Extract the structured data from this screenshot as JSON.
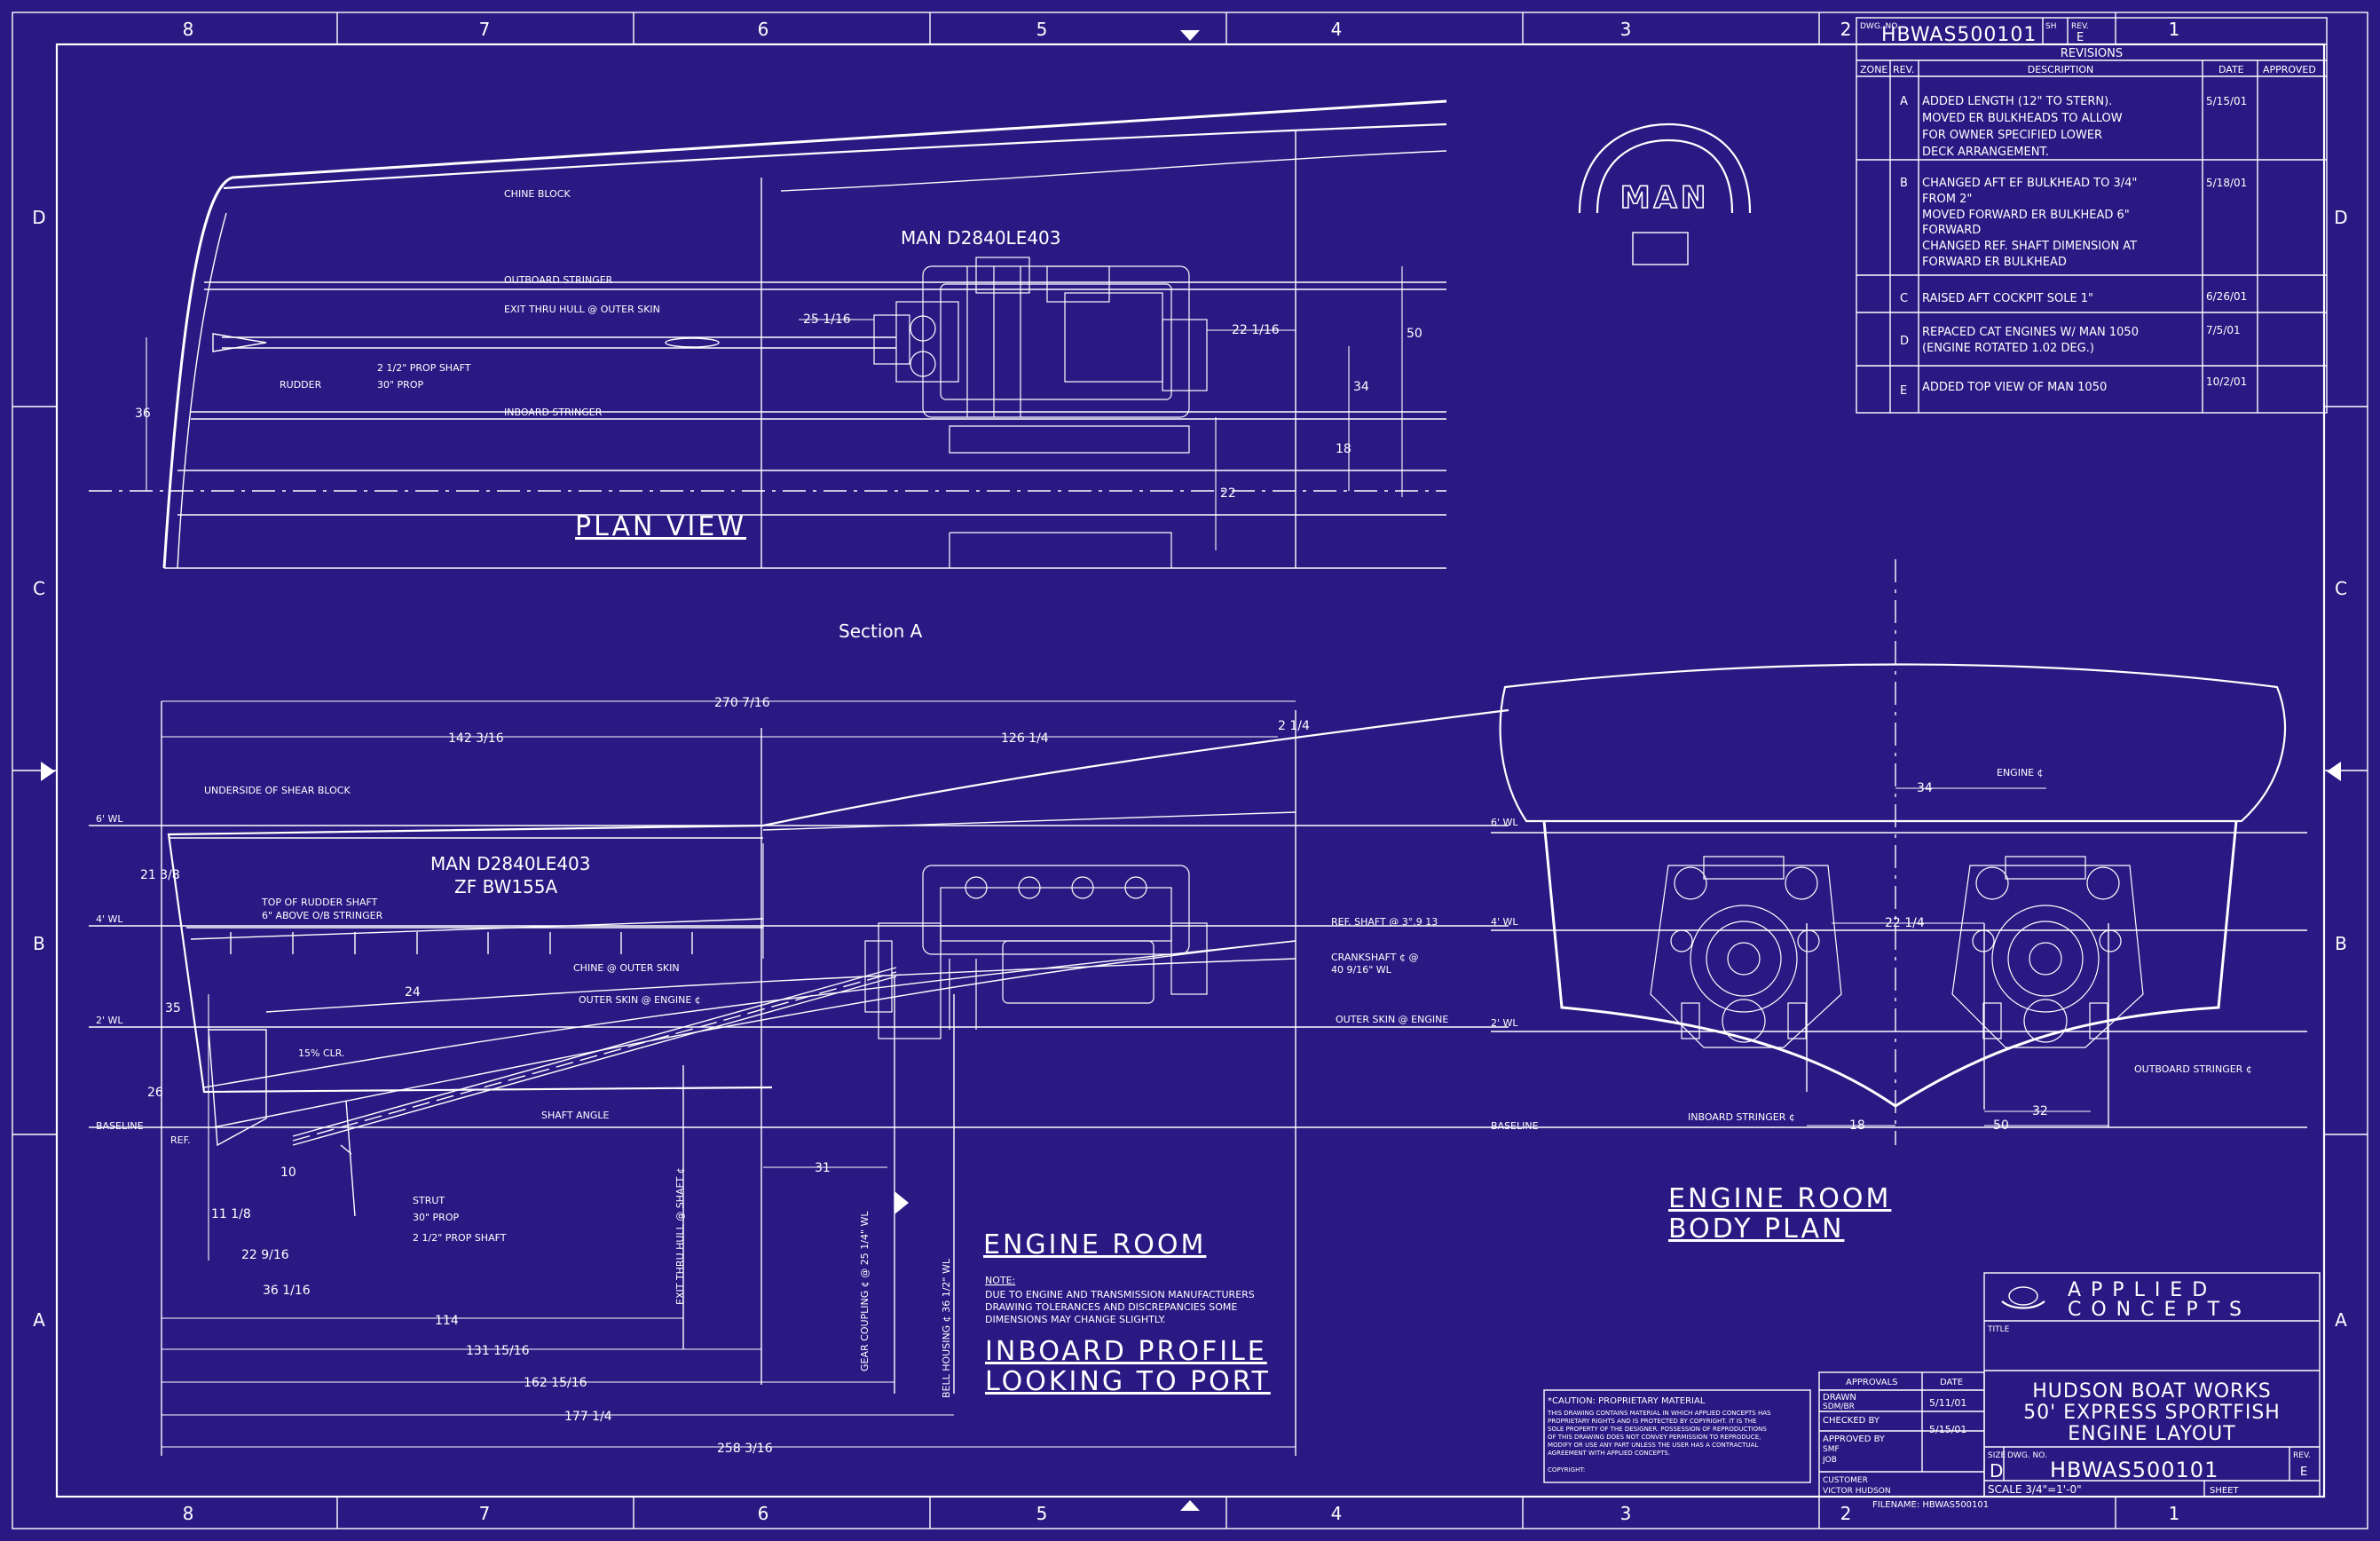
{
  "border": {
    "columns": [
      "8",
      "7",
      "6",
      "5",
      "4",
      "3",
      "2",
      "1"
    ],
    "rows": [
      "D",
      "C",
      "B",
      "A"
    ]
  },
  "logo": {
    "text": "MAN"
  },
  "views": {
    "plan_view": "PLAN VIEW",
    "section_a": "Section A",
    "engine_room": "ENGINE ROOM",
    "inboard_profile_1": "INBOARD PROFILE",
    "inboard_profile_2": "LOOKING TO PORT",
    "body_plan_1": "ENGINE ROOM",
    "body_plan_2": "BODY PLAN"
  },
  "plan_labels": {
    "chine_block": "CHINE BLOCK",
    "outboard_stringer": "OUTBOARD STRINGER",
    "inboard_stringer": "INBOARD STRINGER",
    "exit_thru_hull": "EXIT THRU HULL @ OUTER SKIN",
    "prop_shaft": "2 1/2\" PROP SHAFT",
    "prop": "30\" PROP",
    "rudder": "RUDDER",
    "engine": "MAN D2840LE403"
  },
  "plan_dims": {
    "d25": "25 1/16",
    "d22": "22 1/16",
    "d50": "50",
    "d36": "36",
    "d34": "34",
    "d18": "18",
    "d22b": "22"
  },
  "profile_labels": {
    "underside_shear": "UNDERSIDE OF SHEAR BLOCK",
    "engine_1": "MAN D2840LE403",
    "engine_2": "ZF BW155A",
    "top_rudder_1": "TOP OF RUDDER SHAFT",
    "top_rudder_2": "6\" ABOVE O/B STRINGER",
    "chine_outer": "CHINE @ OUTER SKIN",
    "outer_skin_eng": "OUTER SKIN @ ENGINE ¢",
    "ref_shaft": "REF. SHAFT @ 3°.9 13",
    "crankshaft_1": "CRANKSHAFT ¢ @",
    "crankshaft_2": "40 9/16\" WL",
    "outer_skin_engine": "OUTER SKIN @ ENGINE",
    "shaft_angle": "SHAFT ANGLE",
    "baseline": "BASELINE",
    "ref": "REF.",
    "clr": "15% CLR.",
    "strut": "STRUT",
    "prop30": "30\" PROP",
    "shaft25": "2 1/2\" PROP SHAFT",
    "exit_hull": "EXIT THRU HULL @ SHAFT ¢",
    "gear_coupling": "GEAR COUPLING ¢ @ 25 1/4\" WL",
    "bell_housing": "BELL HOUSING ¢ 36 1/2\" WL",
    "wl6": "6' WL",
    "wl4": "4' WL",
    "wl2": "2' WL"
  },
  "profile_dims": {
    "d270": "270 7/16",
    "d142": "142 3/16",
    "d126": "126 1/4",
    "d2": "2 1/4",
    "d24": "24",
    "d10": "10",
    "d11": "11 1/8",
    "d22": "22 9/16",
    "d36": "36 1/16",
    "d114": "114",
    "d131": "131 15/16",
    "d162": "162 15/16",
    "d177": "177 1/4",
    "d258": "258 3/16",
    "d31": "31",
    "d26": "26",
    "d35": "35",
    "d21": "21 3/8"
  },
  "note": {
    "head": "NOTE:",
    "l1": "DUE TO ENGINE AND TRANSMISSION MANUFACTURERS",
    "l2": "DRAWING TOLERANCES AND DISCREPANCIES SOME",
    "l3": "DIMENSIONS MAY CHANGE SLIGHTLY."
  },
  "body_plan": {
    "engine_cl": "ENGINE ¢",
    "d34": "34",
    "d22": "22 1/4",
    "d18": "18",
    "d50": "50",
    "d32": "32",
    "inboard_stringer": "INBOARD STRINGER ¢",
    "outboard_stringer": "OUTBOARD STRINGER ¢",
    "wl6": "6' WL",
    "wl4": "4' WL",
    "wl2": "2' WL",
    "baseline": "BASELINE"
  },
  "title_block": {
    "dwg_no_label": "DWG. NO.",
    "dwg_no": "HBWAS500101",
    "sh": "SH",
    "rev_label": "REV.",
    "rev": "E",
    "company_1": "A P P L I E D",
    "company_2": "C O N C E P T S",
    "title_label": "TITLE",
    "title_1": "HUDSON BOAT WORKS",
    "title_2": "50' EXPRESS SPORTFISH",
    "title_3": "ENGINE LAYOUT",
    "approvals": "APPROVALS",
    "date": "DATE",
    "drawn": "DRAWN",
    "drawn_by": "SDM/BR",
    "drawn_date": "5/11/01",
    "checked": "CHECKED BY",
    "checked_date": "5/15/01",
    "approved": "APPROVED BY",
    "approved_by": "SMF",
    "job": "JOB",
    "customer": "CUSTOMER",
    "customer_name": "VICTOR HUDSON",
    "size_label": "SIZE",
    "size": "D",
    "scale": "SCALE 3/4\"=1'-0\"",
    "sheet": "SHEET",
    "filename": "FILENAME: HBWAS500101",
    "caution_1": "*CAUTION: PROPRIETARY MATERIAL",
    "caution_2": "THIS DRAWING CONTAINS MATERIAL IN WHICH APPLIED CONCEPTS HAS",
    "caution_3": "PROPRIETARY RIGHTS AND IS PROTECTED BY COPYRIGHT. IT IS THE",
    "caution_4": "SOLE PROPERTY OF THE DESIGNER. POSSESSION OF REPRODUCTIONS",
    "caution_5": "OF THIS DRAWING DOES NOT CONVEY PERMISSION TO REPRODUCE,",
    "caution_6": "MODIFY OR USE ANY PART UNLESS THE USER HAS A CONTRACTUAL",
    "caution_7": "AGREEMENT WITH APPLIED CONCEPTS.",
    "copyright": "COPYRIGHT:"
  },
  "revisions": {
    "title": "REVISIONS",
    "headers": [
      "ZONE",
      "REV.",
      "DESCRIPTION",
      "DATE",
      "APPROVED"
    ],
    "rows": [
      {
        "rev": "A",
        "lines": [
          "ADDED LENGTH (12\" TO STERN).",
          "MOVED ER BULKHEADS TO ALLOW",
          "FOR OWNER SPECIFIED LOWER",
          "DECK ARRANGEMENT."
        ],
        "date": "5/15/01"
      },
      {
        "rev": "B",
        "lines": [
          "CHANGED AFT EF BULKHEAD TO 3/4\"",
          "FROM 2\"",
          "MOVED FORWARD ER BULKHEAD 6\"",
          "FORWARD",
          "CHANGED REF. SHAFT DIMENSION AT",
          "FORWARD ER BULKHEAD"
        ],
        "date": "5/18/01"
      },
      {
        "rev": "C",
        "lines": [
          "RAISED AFT COCKPIT SOLE 1\""
        ],
        "date": "6/26/01"
      },
      {
        "rev": "D",
        "lines": [
          "REPACED CAT ENGINES W/ MAN 1050",
          "(ENGINE ROTATED 1.02 DEG.)"
        ],
        "date": "7/5/01"
      },
      {
        "rev": "E",
        "lines": [
          "ADDED TOP VIEW OF MAN 1050"
        ],
        "date": "10/2/01"
      }
    ]
  }
}
